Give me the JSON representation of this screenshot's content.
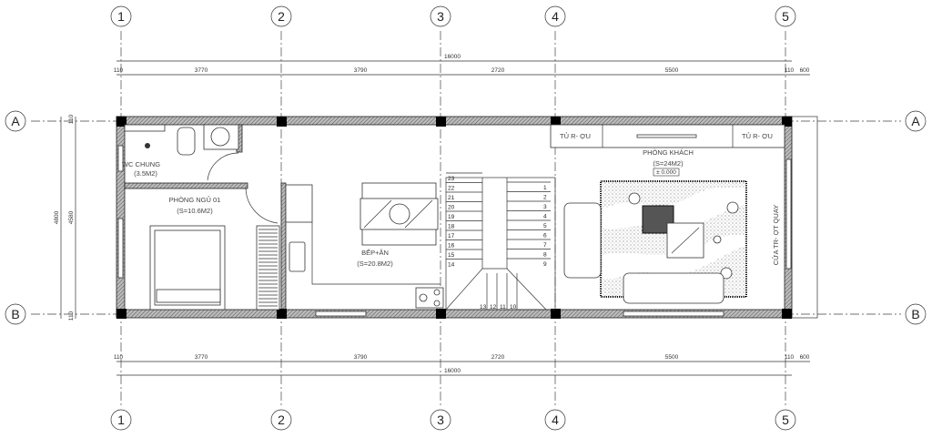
{
  "grid": {
    "columns": [
      "1",
      "2",
      "3",
      "4",
      "5"
    ],
    "rows": [
      "A",
      "B"
    ]
  },
  "dimensions": {
    "overall": "16000",
    "segments": [
      "110",
      "3770",
      "3790",
      "2720",
      "5500",
      "110",
      "600"
    ],
    "vertical_overall": "4800",
    "vertical_inner": "4580",
    "vertical_edge_top": "110",
    "vertical_edge_bottom": "110"
  },
  "rooms": {
    "wc": {
      "name": "WC CHUNG",
      "area": "(3.5M2)"
    },
    "bedroom": {
      "name": "PHÒNG NGỦ 01",
      "area": "(S=10.6M2)"
    },
    "kitchen": {
      "name": "BẾP+ĂN",
      "area": "(S=20.8M2)"
    },
    "living": {
      "name": "PHÒNG KHÁCH",
      "area": "(S=24M2)",
      "level": "± 0.000"
    },
    "cabinet_left": "TỦ R- ỢU",
    "cabinet_right": "TỦ R- ỢU",
    "door_label": "CỬA TR- ỢT QUAY"
  },
  "stairs": {
    "right_flight": [
      "1",
      "2",
      "3",
      "4",
      "5",
      "6",
      "7",
      "8",
      "9"
    ],
    "bottom_flight": [
      "13",
      "12",
      "11",
      "10"
    ],
    "left_flight": [
      "23",
      "22",
      "21",
      "20",
      "19",
      "18",
      "17",
      "16",
      "15",
      "14"
    ]
  }
}
